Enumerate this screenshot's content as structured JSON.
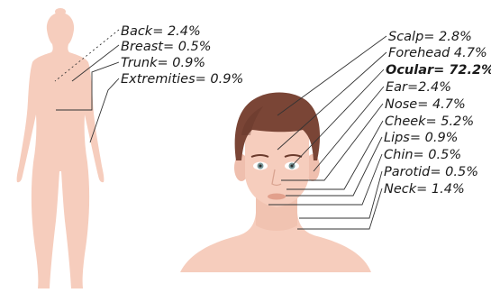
{
  "body_labels": [
    {
      "id": "back",
      "text": "Back= 2.4%"
    },
    {
      "id": "breast",
      "text": "Breast= 0.5%"
    },
    {
      "id": "trunk",
      "text": "Trunk= 0.9%"
    },
    {
      "id": "extremities",
      "text": "Extremities= 0.9%"
    }
  ],
  "head_labels": [
    {
      "id": "scalp",
      "text": "Scalp= 2.8%"
    },
    {
      "id": "forehead",
      "text": "Forehead 4.7%"
    },
    {
      "id": "ocular",
      "text": "Ocular= 72.2%",
      "emphasis": true
    },
    {
      "id": "ear",
      "text": "Ear=2.4%"
    },
    {
      "id": "nose",
      "text": "Nose= 4.7%"
    },
    {
      "id": "cheek",
      "text": "Cheek= 5.2%"
    },
    {
      "id": "lips",
      "text": "Lips= 0.9%"
    },
    {
      "id": "chin",
      "text": "Chin= 0.5%"
    },
    {
      "id": "parotid",
      "text": "Parotid= 0.5%"
    },
    {
      "id": "neck",
      "text": "Neck= 1.4%"
    }
  ],
  "colors": {
    "skin": "#f6cdbd",
    "skin_shadow": "#eab8a6",
    "hair": "#7a4536",
    "hair_dark": "#5e3226",
    "lips": "#e2a08c",
    "iris": "#7a9a9c",
    "leader": "#333333"
  }
}
